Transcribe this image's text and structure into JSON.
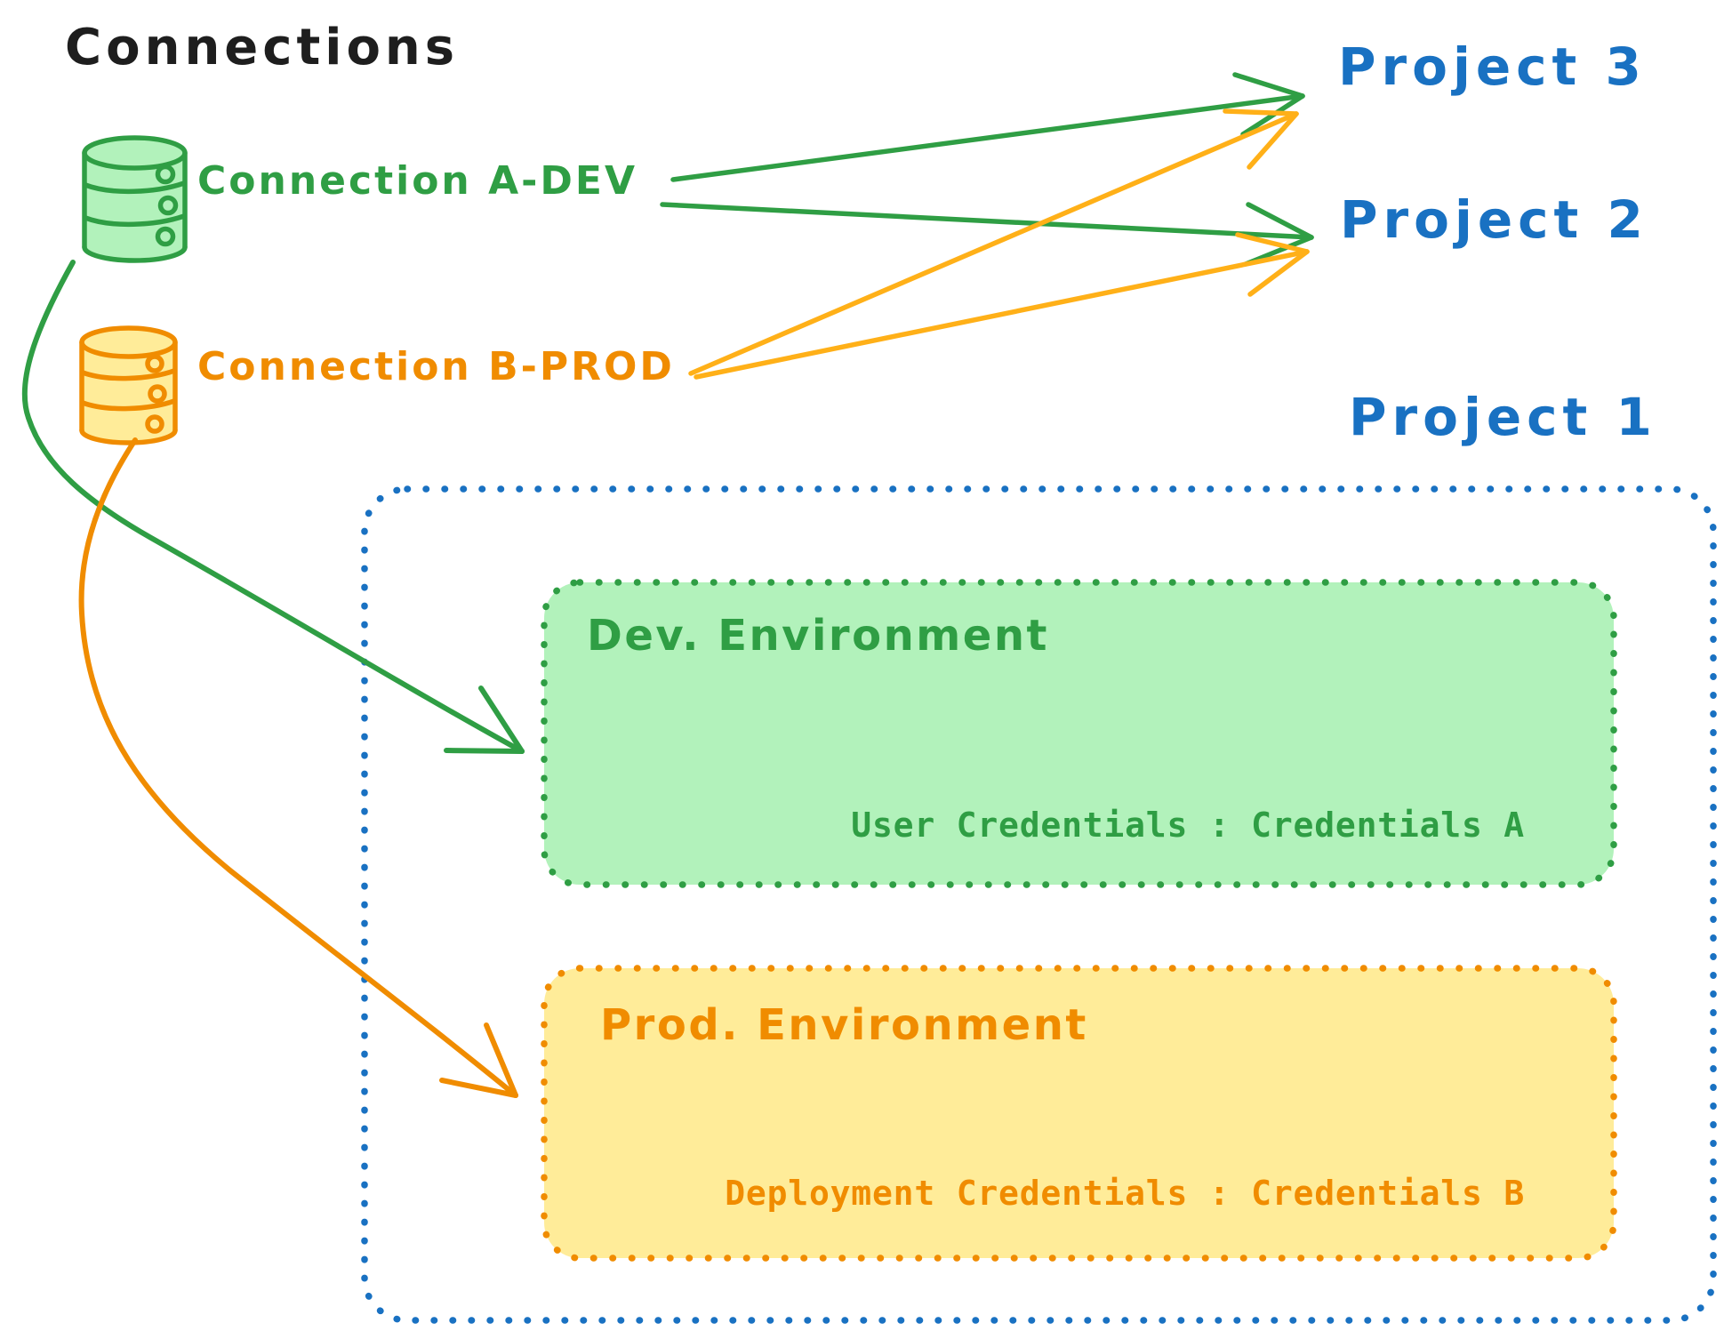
{
  "diagram": {
    "title": "Connections",
    "connections": [
      {
        "id": "connection-a-dev",
        "label": "Connection A-DEV",
        "color": "#2f9e44",
        "icon": "database-icon",
        "targets": [
          "Project 3",
          "Project 2",
          "Dev. Environment"
        ]
      },
      {
        "id": "connection-b-prod",
        "label": "Connection B-PROD",
        "color": "#f08c00",
        "icon": "database-icon",
        "targets": [
          "Project 3",
          "Project 2",
          "Prod. Environment"
        ]
      }
    ],
    "projects": [
      {
        "label": "Project 3"
      },
      {
        "label": "Project 2"
      },
      {
        "label": "Project 1"
      }
    ],
    "project1_box": {
      "label": "Project 1",
      "border_color": "#1971c2",
      "environments": [
        {
          "label": "Dev. Environment",
          "credentials_text": "User Credentials : Credentials A",
          "stroke": "#2f9e44",
          "fill": "#b2f2bb"
        },
        {
          "label": "Prod. Environment",
          "credentials_text": "Deployment Credentials : Credentials B",
          "stroke": "#f08c00",
          "fill": "#ffec99"
        }
      ]
    },
    "edges": [
      {
        "from": "Connection A-DEV",
        "to": "Project 3",
        "color": "#2f9e44"
      },
      {
        "from": "Connection A-DEV",
        "to": "Project 2",
        "color": "#2f9e44"
      },
      {
        "from": "Connection B-PROD",
        "to": "Project 3",
        "color": "#f08c00"
      },
      {
        "from": "Connection B-PROD",
        "to": "Project 2",
        "color": "#f08c00"
      },
      {
        "from": "Connection A-DEV",
        "to": "Dev. Environment",
        "color": "#2f9e44"
      },
      {
        "from": "Connection B-PROD",
        "to": "Prod. Environment",
        "color": "#f08c00"
      }
    ],
    "colors": {
      "black": "#1e1e1e",
      "green": "#2f9e44",
      "green_fill": "#b2f2bb",
      "orange": "#f08c00",
      "orange_fill": "#ffec99",
      "blue": "#1971c2"
    }
  }
}
